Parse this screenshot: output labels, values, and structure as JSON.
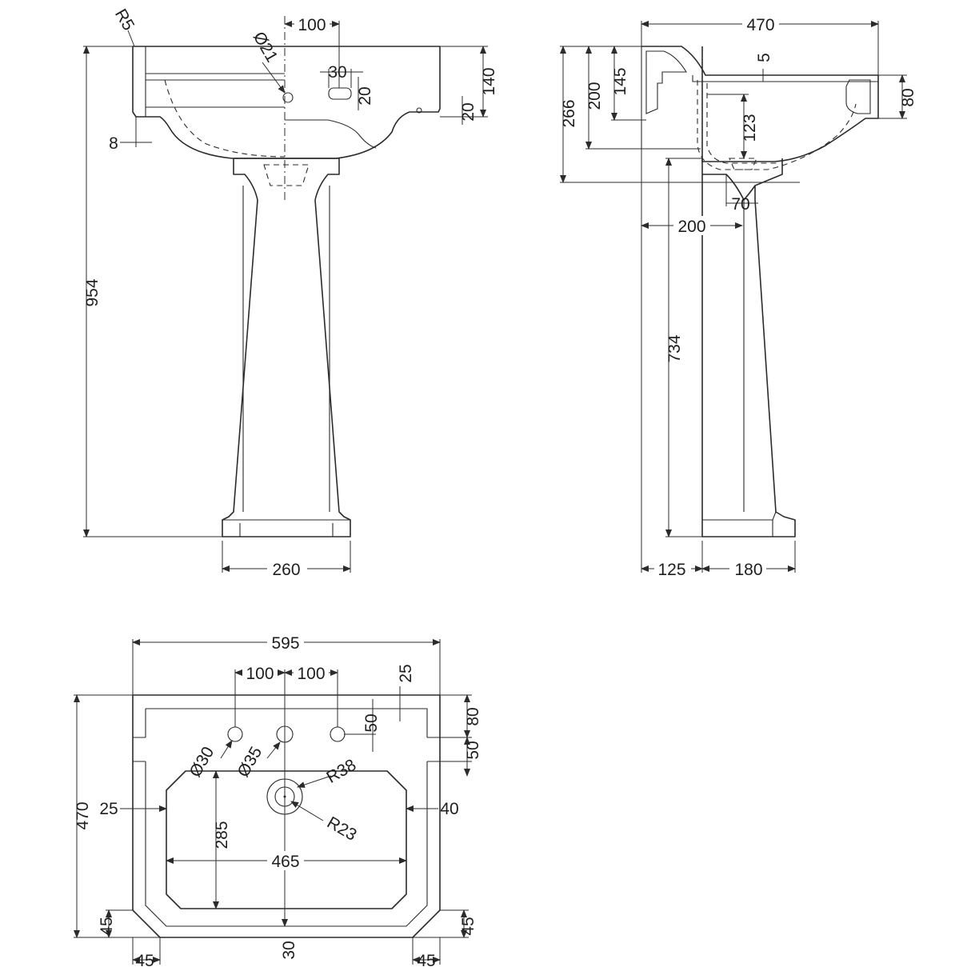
{
  "front_view": {
    "r5": "R5",
    "d100": "100",
    "dia21": "Ø21",
    "d30": "30",
    "d20a": "20",
    "d140": "140",
    "d20b": "20",
    "d8": "8",
    "d954": "954",
    "d260": "260"
  },
  "side_view": {
    "d470": "470",
    "d5": "5",
    "d266": "266",
    "d200a": "200",
    "d145": "145",
    "d80": "80",
    "d123": "123",
    "d70": "70",
    "d200b": "200",
    "d734": "734",
    "d125": "125",
    "d180": "180"
  },
  "plan_view": {
    "d595": "595",
    "d100a": "100",
    "d100b": "100",
    "d25top": "25",
    "d80": "80",
    "d50a": "50",
    "d50b": "50",
    "dia30": "Ø30",
    "dia35": "Ø35",
    "r38": "R38",
    "r23": "R23",
    "d470": "470",
    "d25left": "25",
    "d40": "40",
    "d285": "285",
    "d465": "465",
    "d45l": "45",
    "d45r": "45",
    "d30": "30",
    "d45bl": "45",
    "d45br": "45"
  }
}
